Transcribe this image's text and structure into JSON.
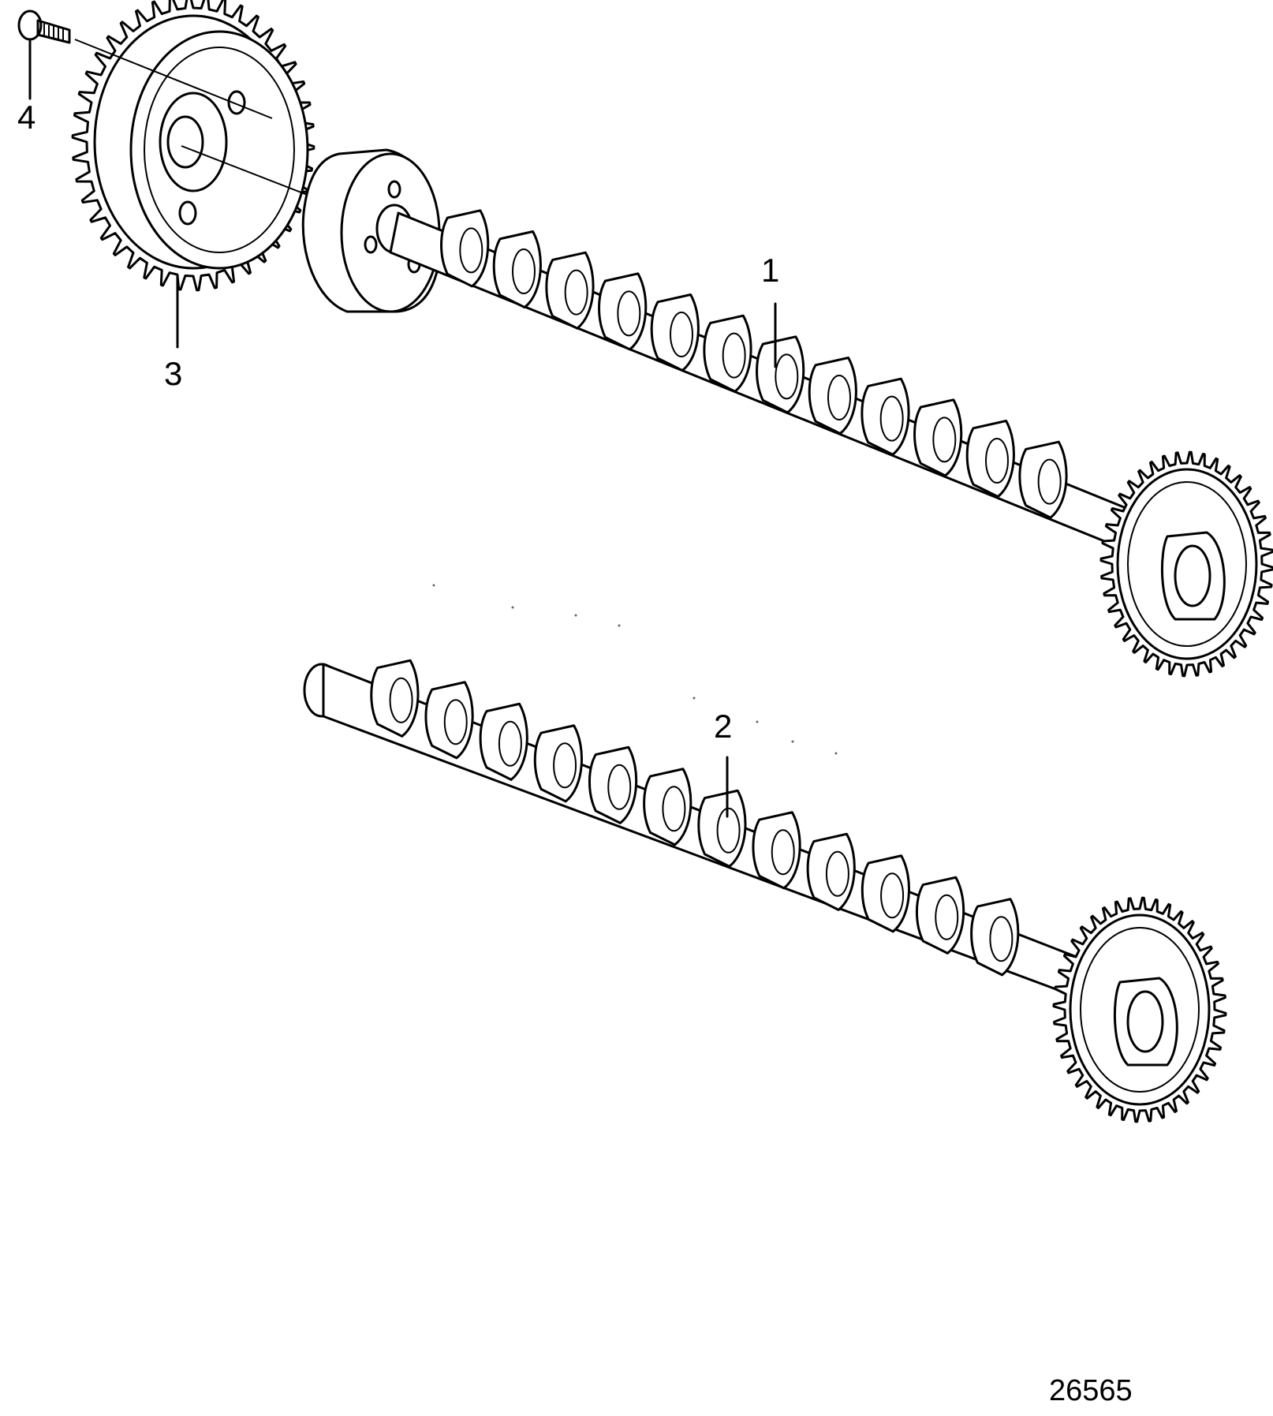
{
  "diagram": {
    "callouts": [
      {
        "id": "1",
        "label": "1"
      },
      {
        "id": "2",
        "label": "2"
      },
      {
        "id": "3",
        "label": "3"
      },
      {
        "id": "4",
        "label": "4"
      }
    ],
    "figure_number": "26565"
  }
}
